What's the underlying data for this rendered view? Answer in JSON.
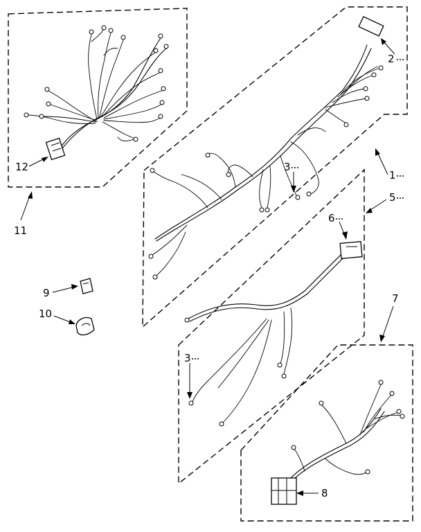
{
  "callouts": {
    "c1": "1",
    "c2": "2",
    "c3a": "3",
    "c3b": "3",
    "c5": "5",
    "c6": "6",
    "c7": "7",
    "c8": "8",
    "c9": "9",
    "c10": "10",
    "c11": "11",
    "c12": "12"
  }
}
